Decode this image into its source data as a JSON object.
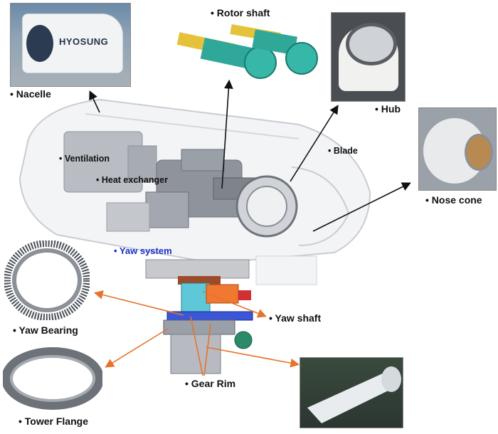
{
  "labels": {
    "rotor_shaft": "• Rotor shaft",
    "nacelle": "• Nacelle",
    "hub": "• Hub",
    "nose_cone": "• Nose cone",
    "blade": "• Blade",
    "ventilation": "• Ventilation",
    "heat_exchanger": "• Heat exchanger",
    "yaw_system": "• Yaw system",
    "yaw_shaft": "• Yaw shaft",
    "yaw_bearing": "• Yaw Bearing",
    "gear_rim": "• Gear Rim",
    "tower_flange": "• Tower Flange"
  },
  "nacelle_photo_brand": "HYOSUNG",
  "colors": {
    "arrow_black": "#111111",
    "arrow_orange": "#e8722a",
    "yaw_label_blue": "#1a2fc8"
  }
}
